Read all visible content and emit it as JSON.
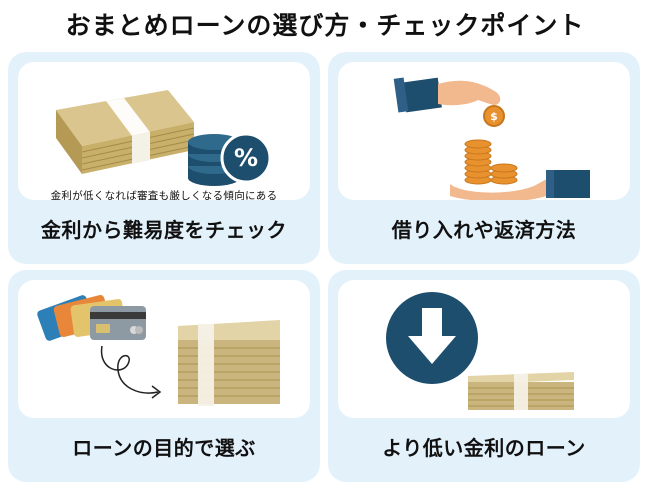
{
  "title": "おまとめローンの選び方・チェックポイント",
  "cards": [
    {
      "label": "金利から難易度をチェック",
      "caption": "金利が低くなれば審査も厳しくなる傾向にある",
      "icons": [
        "cash-stack-icon",
        "coin-percent-icon"
      ]
    },
    {
      "label": "借り入れや返済方法",
      "icons": [
        "hand-dropping-coin-icon",
        "coin-stack-icon",
        "open-hand-icon"
      ]
    },
    {
      "label": "ローンの目的で選ぶ",
      "icons": [
        "credit-cards-icon",
        "curly-arrow-icon",
        "cash-stack-icon"
      ]
    },
    {
      "label": "より低い金利のローン",
      "icons": [
        "down-arrow-circle-icon",
        "cash-stack-icon"
      ]
    }
  ],
  "colors": {
    "card_bg": "#e3f1fb",
    "dark_blue": "#1e4e6e",
    "coin_orange": "#e8922f",
    "cash_tan": "#c8b27a"
  }
}
